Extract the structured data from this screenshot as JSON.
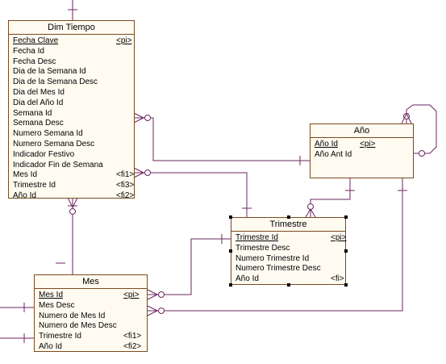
{
  "entities": {
    "dim_tiempo": {
      "title": "Dim Tiempo",
      "attributes": [
        {
          "name": "Fecha Clave",
          "tag": "<pi>"
        },
        {
          "name": "Fecha Id",
          "tag": ""
        },
        {
          "name": "Fecha Desc",
          "tag": ""
        },
        {
          "name": "Dia de la Semana Id",
          "tag": ""
        },
        {
          "name": "Dia de la Semana Desc",
          "tag": ""
        },
        {
          "name": "Dia del Mes Id",
          "tag": ""
        },
        {
          "name": "Dia del Año Id",
          "tag": ""
        },
        {
          "name": "Semana Id",
          "tag": ""
        },
        {
          "name": "Semana Desc",
          "tag": ""
        },
        {
          "name": "Numero Semana Id",
          "tag": ""
        },
        {
          "name": "Numero Semana Desc",
          "tag": ""
        },
        {
          "name": "Indicador Festivo",
          "tag": ""
        },
        {
          "name": "Indicador Fin de Semana",
          "tag": ""
        },
        {
          "name": "Mes Id",
          "tag": "<fi1>"
        },
        {
          "name": "Trimestre Id",
          "tag": "<fi3>"
        },
        {
          "name": "Año Id",
          "tag": "<fi2>"
        }
      ]
    },
    "anio": {
      "title": "Año",
      "attributes": [
        {
          "name": "Año Id",
          "tag": "<pi>"
        },
        {
          "name": "Año Ant Id",
          "tag": ""
        }
      ]
    },
    "trimestre": {
      "title": "Trimestre",
      "attributes": [
        {
          "name": "Trimestre Id",
          "tag": "<pi>"
        },
        {
          "name": "Trimestre Desc",
          "tag": ""
        },
        {
          "name": "Numero Trimestre Id",
          "tag": ""
        },
        {
          "name": "Numero Trimestre Desc",
          "tag": ""
        },
        {
          "name": "Año Id",
          "tag": "<fi>"
        }
      ]
    },
    "mes": {
      "title": "Mes",
      "attributes": [
        {
          "name": "Mes Id",
          "tag": "<pi>"
        },
        {
          "name": "Mes Desc",
          "tag": ""
        },
        {
          "name": "Numero de Mes Id",
          "tag": ""
        },
        {
          "name": "Numero de Mes Desc",
          "tag": ""
        },
        {
          "name": "Trimestre Id",
          "tag": "<fi1>"
        },
        {
          "name": "Año Id",
          "tag": "<fi2>"
        }
      ]
    }
  },
  "colors": {
    "border": "#7a4a1e",
    "entity_fill": "#fffbf1",
    "relationship_line": "#6b2560"
  }
}
